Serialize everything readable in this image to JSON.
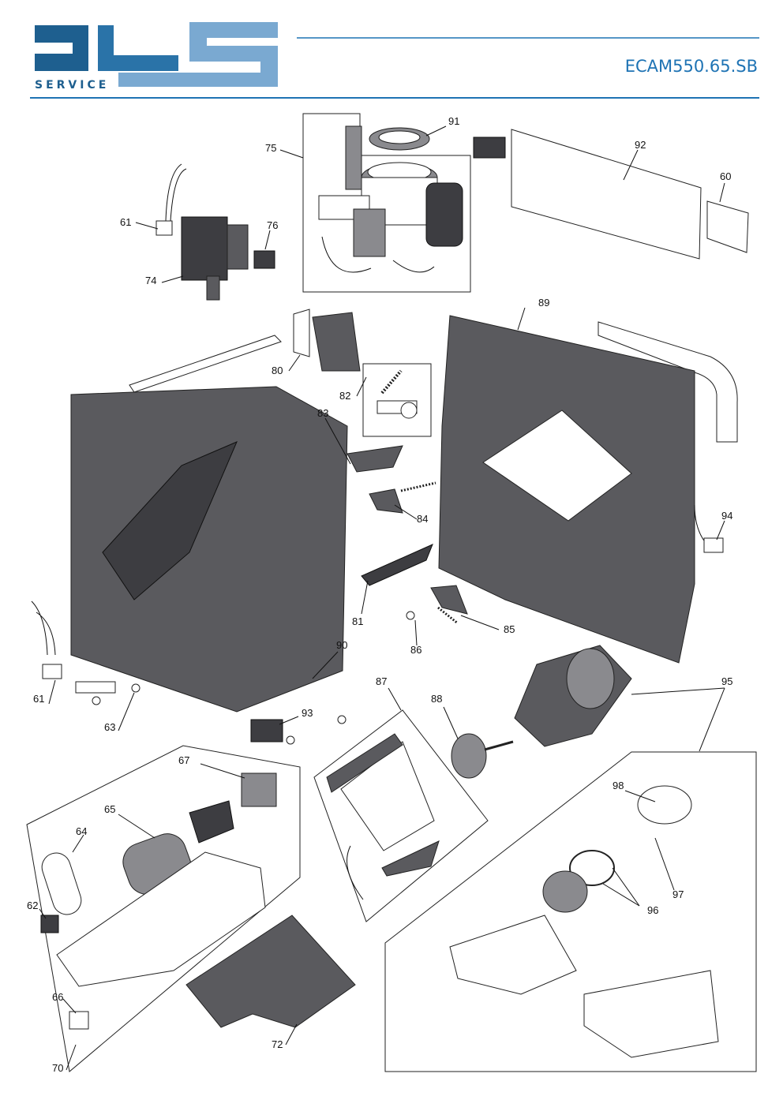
{
  "header": {
    "logo_service": "SERVICE",
    "model": "ECAM550.65.SB"
  },
  "colors": {
    "brand_dark": "#1e5f8f",
    "brand_light": "#6fa3cf",
    "rule": "#1e73b4",
    "parts_fill": "#5a5a5e"
  },
  "callouts": {
    "c60": "60",
    "c61a": "61",
    "c61b": "61",
    "c62": "62",
    "c63": "63",
    "c64": "64",
    "c65": "65",
    "c66": "66",
    "c67": "67",
    "c70": "70",
    "c72": "72",
    "c74": "74",
    "c75": "75",
    "c76": "76",
    "c80": "80",
    "c81": "81",
    "c82": "82",
    "c83": "83",
    "c84": "84",
    "c85": "85",
    "c86": "86",
    "c87": "87",
    "c88": "88",
    "c89": "89",
    "c90": "90",
    "c91": "91",
    "c92": "92",
    "c93": "93",
    "c94": "94",
    "c95": "95",
    "c96": "96",
    "c97": "97",
    "c98": "98"
  }
}
